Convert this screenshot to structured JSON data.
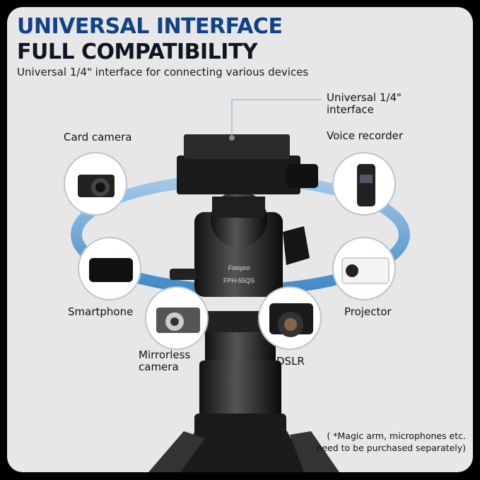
{
  "title_line1": "UNIVERSAL INTERFACE",
  "title_line2": "FULL COMPATIBILITY",
  "subtitle": "Universal 1/4\" interface for connecting various devices",
  "callout": {
    "line1": "Universal 1/4\"",
    "line2": "interface"
  },
  "devices": {
    "card_camera": "Card camera",
    "voice_recorder": "Voice recorder",
    "smartphone": "Smartphone",
    "projector": "Projector",
    "mirrorless_line1": "Mirrorless",
    "mirrorless_line2": "camera",
    "dslr": "DSLR"
  },
  "product": {
    "brand": "Fotopro",
    "model": "FPH-55QS"
  },
  "note": {
    "line1": "( *Magic arm, microphones etc.",
    "line2": "need to be purchased separately)"
  },
  "colors": {
    "title_blue": "#0f4289",
    "ring_blue": "#3f8fd0",
    "background": "#e7e7e7"
  }
}
